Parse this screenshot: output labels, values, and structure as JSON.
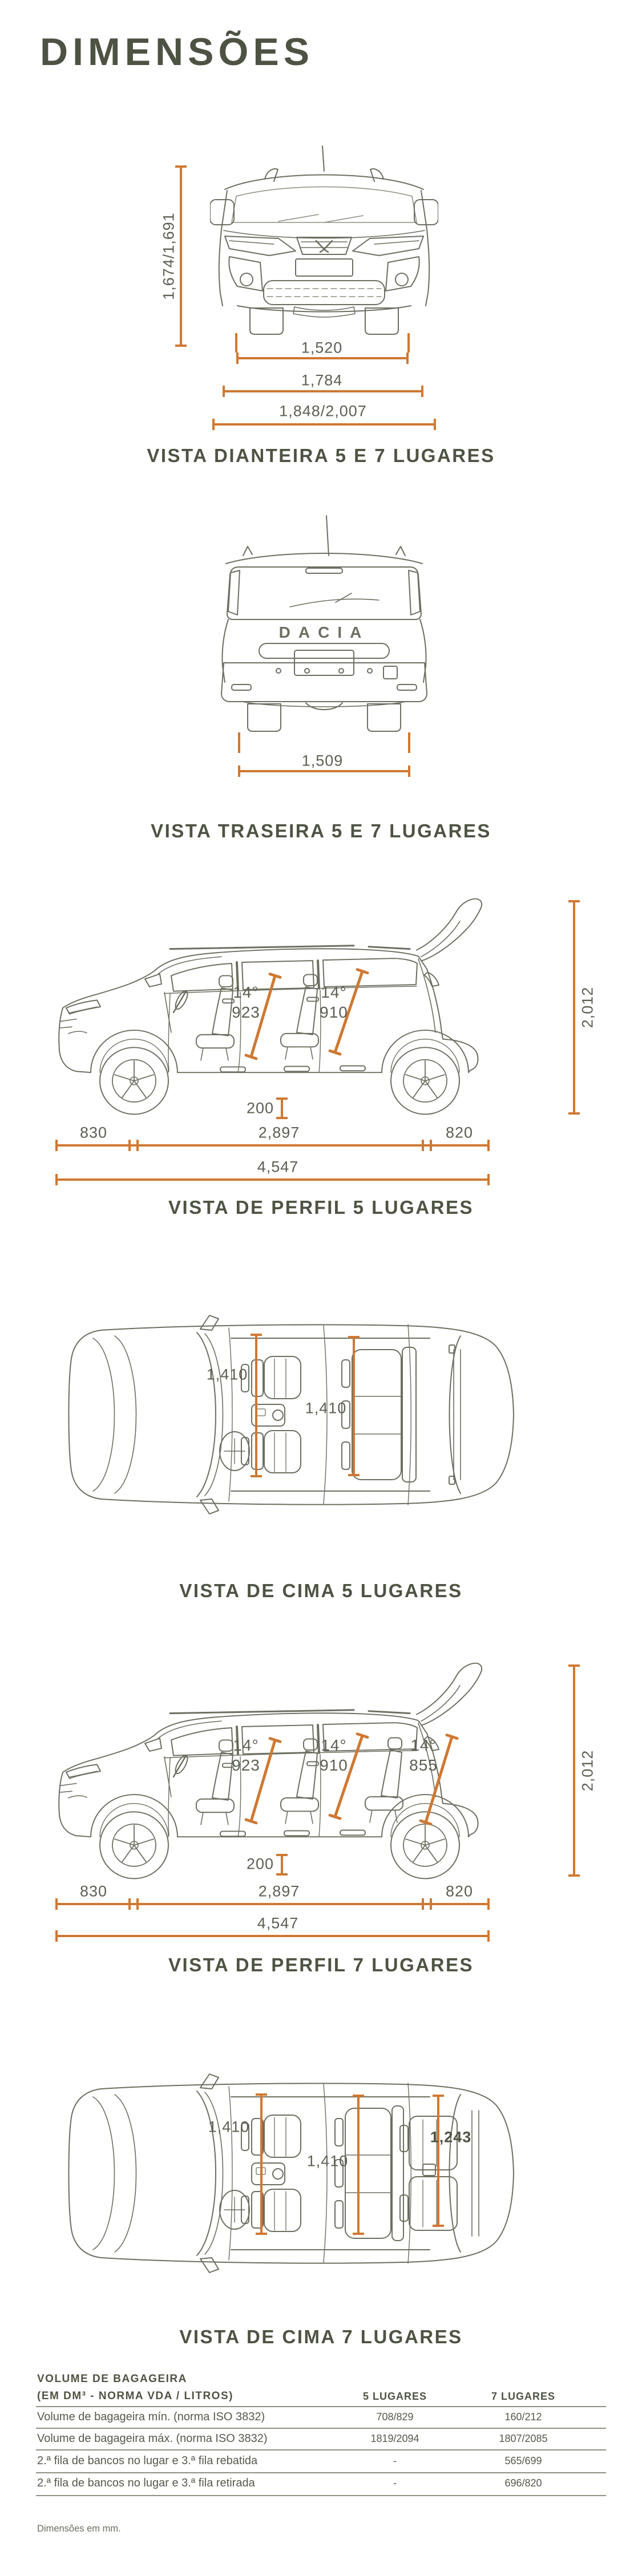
{
  "page": {
    "title": "DIMENSÕES",
    "footnote": "Dimensões em mm."
  },
  "colors": {
    "accent": "#cf7832",
    "heading": "#4e5343",
    "dim_text": "#5c6052",
    "line_art": "#6b6f60"
  },
  "figures": {
    "front": {
      "caption": "VISTA DIANTEIRA 5 E 7 LUGARES",
      "height": "1,674/1,691",
      "track": "1,520",
      "body_width": "1,784",
      "mirror_width": "1,848/2,007"
    },
    "rear": {
      "caption": "VISTA TRASEIRA 5 E 7 LUGARES",
      "track": "1,509",
      "badge": "DACIA"
    },
    "profile5": {
      "caption": "VISTA DE PERFIL 5 LUGARES",
      "seats": [
        {
          "angle": "14°",
          "length": "923"
        },
        {
          "angle": "14°",
          "length": "910"
        }
      ],
      "height": "2,012",
      "ground_clearance": "200",
      "front_overhang": "830",
      "wheelbase": "2,897",
      "rear_overhang": "820",
      "length": "4,547"
    },
    "top5": {
      "caption": "VISTA DE CIMA 5 LUGARES",
      "front_row_width": "1,410",
      "second_row_width": "1,410"
    },
    "profile7": {
      "caption": "VISTA DE PERFIL 7 LUGARES",
      "seats": [
        {
          "angle": "14°",
          "length": "923"
        },
        {
          "angle": "14°",
          "length": "910"
        },
        {
          "angle": "14°",
          "length": "855"
        }
      ],
      "height": "2,012",
      "ground_clearance": "200",
      "front_overhang": "830",
      "wheelbase": "2,897",
      "rear_overhang": "820",
      "length": "4,547"
    },
    "top7": {
      "caption": "VISTA DE CIMA 7 LUGARES",
      "front_row_width": "1,410",
      "second_row_width": "1,410",
      "third_row_width": "1,243"
    }
  },
  "table": {
    "title_line1": "VOLUME DE BAGAGEIRA",
    "title_line2": "(EM DM³ - NORMA VDA / LITROS)",
    "col_5": "5 LUGARES",
    "col_7": "7 LUGARES",
    "rows": [
      {
        "label": "Volume de bagageira mín. (norma ISO 3832)",
        "v5": "708/829",
        "v7": "160/212"
      },
      {
        "label": "Volume de bagageira máx. (norma ISO 3832)",
        "v5": "1819/2094",
        "v7": "1807/2085"
      },
      {
        "label": "2.ª fila de bancos no lugar e 3.ª fila rebatida",
        "v5": "-",
        "v7": "565/699"
      },
      {
        "label": "2.ª fila de bancos no lugar e 3.ª fila retirada",
        "v5": "-",
        "v7": "696/820"
      }
    ]
  }
}
